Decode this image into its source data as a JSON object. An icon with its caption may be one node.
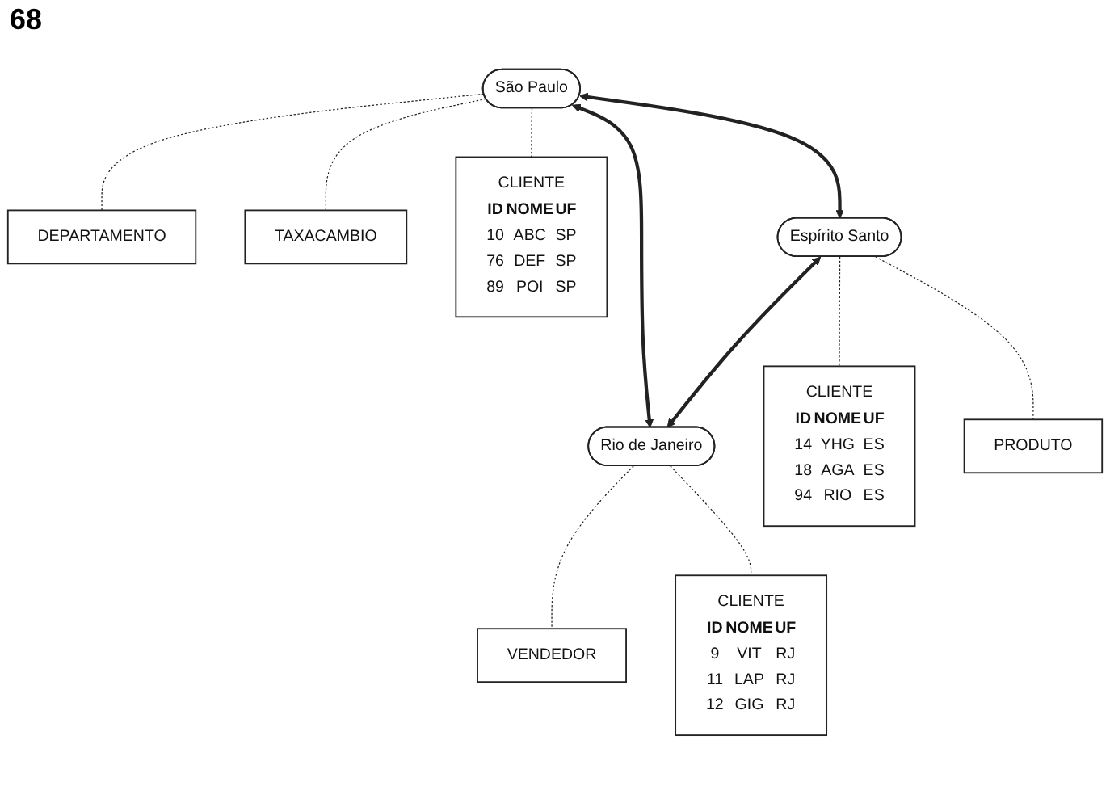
{
  "diagram": {
    "nodes": [
      {
        "text": [
          "DEPARTAMENTO"
        ]
      },
      {
        "text": [
          "TAXACAMBIO"
        ]
      },
      {
        "text": [
          "São Paulo"
        ]
      },
      {
        "text": [
          "CLIENTE",
          "ID",
          "NOME",
          "UF",
          "10",
          "ABC",
          "SP",
          "76",
          "DEF",
          "SP",
          "89",
          "POI",
          "SP"
        ]
      },
      {
        "text": [
          "Espírito Santo"
        ]
      },
      {
        "text": [
          "Rio de Janeiro"
        ]
      },
      {
        "text": [
          "CLIENTE",
          "ID",
          "NOME",
          "UF",
          "14",
          "YHG",
          "ES",
          "18",
          "AGA",
          "ES",
          "94",
          "RIO",
          "ES"
        ]
      },
      {
        "text": [
          "PRODUTO"
        ]
      },
      {
        "text": [
          "CLIENTE",
          "ID",
          "NOME",
          "UF",
          "9",
          "VIT",
          "RJ",
          "11",
          "LAP",
          "RJ",
          "12",
          "GIG",
          "RJ"
        ]
      },
      {
        "text": [
          "VENDEDOR"
        ]
      }
    ],
    "edges": [
      {
        "from": 2,
        "to": 0,
        "arrow": "none",
        "style": "dashed"
      },
      {
        "from": 2,
        "to": 1,
        "arrow": "none",
        "style": "dashed"
      },
      {
        "from": 2,
        "to": 3,
        "arrow": "none",
        "style": "dashed"
      },
      {
        "from": 2,
        "to": 4,
        "arrow": "both",
        "style": "thick"
      },
      {
        "from": 2,
        "to": 5,
        "arrow": "both",
        "style": "thick"
      },
      {
        "from": 4,
        "to": 5,
        "arrow": "both",
        "style": "thick"
      },
      {
        "from": 4,
        "to": 6,
        "arrow": "none",
        "style": "dashed"
      },
      {
        "from": 4,
        "to": 7,
        "arrow": "none",
        "style": "dashed"
      },
      {
        "from": 5,
        "to": 9,
        "arrow": "none",
        "style": "dashed"
      },
      {
        "from": 5,
        "to": 8,
        "arrow": "none",
        "style": "dashed"
      }
    ],
    "labels": [
      "68"
    ]
  }
}
